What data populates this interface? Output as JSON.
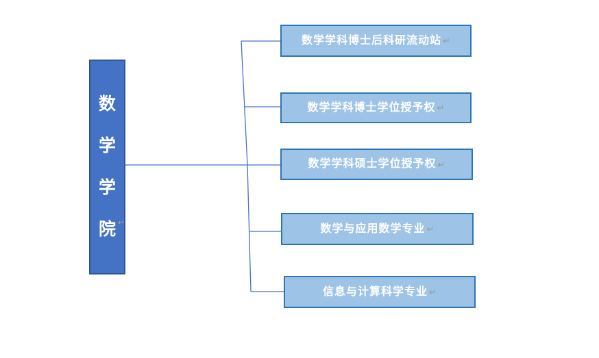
{
  "diagram": {
    "root": {
      "label": "数学学院",
      "chars": [
        "数",
        "学",
        "学",
        "院"
      ]
    },
    "children": [
      {
        "label": "数学学科博士后科研流动站"
      },
      {
        "label": "数学学科博士学位授予权"
      },
      {
        "label": "数学学科硕士学位授予权"
      },
      {
        "label": "数学与应用数学专业"
      },
      {
        "label": "信息与计算科学专业"
      }
    ],
    "return_mark": "↵"
  },
  "colors": {
    "background": "#FFFFFF",
    "root_fill": "#4472C4",
    "root_border": "#2F5597",
    "child_fill": "#9DC3E6",
    "child_border": "#2E75B6",
    "connector": "#4472C4",
    "text": "#FFFFFF",
    "return_mark": "#9B9B93"
  }
}
